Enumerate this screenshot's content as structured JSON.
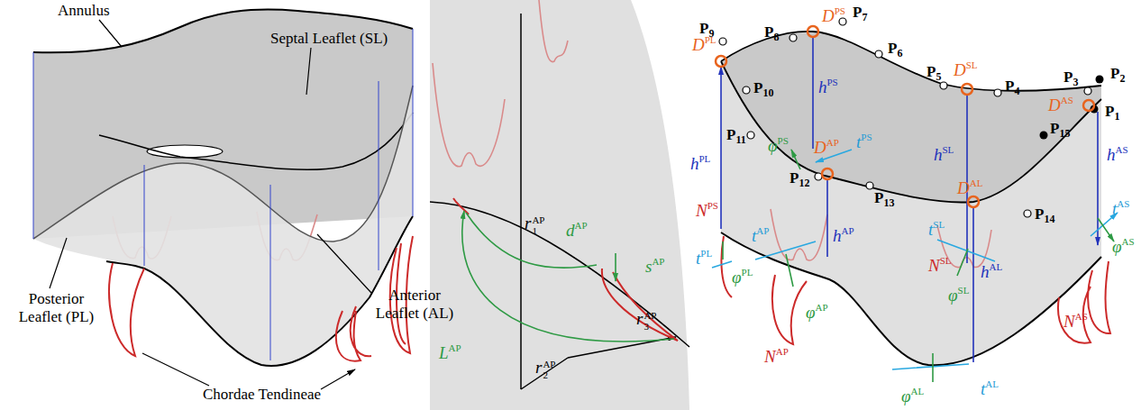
{
  "diagram": {
    "labels": [
      "Annulus",
      "Septal Leaflet (SL)",
      "Posterior Leaflet (PL)",
      "Anterior Leaflet (AL)",
      "Chordae Tendineae",
      "r",
      "1",
      "AP",
      "d",
      "AP",
      "s",
      "AP",
      "L",
      "AP",
      "r",
      "2",
      "AP",
      "r",
      "3",
      "AP",
      "P",
      "1",
      "P",
      "2",
      "P",
      "3",
      "P",
      "4",
      "P",
      "5",
      "P",
      "6",
      "P",
      "7",
      "P",
      "8",
      "P",
      "9",
      "P",
      "10",
      "P",
      "11",
      "P",
      "12",
      "P",
      "13",
      "P",
      "14",
      "P",
      "15",
      "D",
      "PL",
      "D",
      "PS",
      "D",
      "SL",
      "D",
      "AS",
      "D",
      "AP",
      "D",
      "AL",
      "h",
      "PL",
      "h",
      "PS",
      "h",
      "SL",
      "h",
      "AS",
      "h",
      "AP",
      "h",
      "AL",
      "φ",
      "PS",
      "t",
      "PS",
      "φ",
      "PL",
      "t",
      "PL",
      "t",
      "AP",
      "φ",
      "AP",
      "t",
      "SL",
      "φ",
      "SL",
      "t",
      "AL",
      "φ",
      "AL",
      "t",
      "AS",
      "φ",
      "AS",
      "N",
      "PS",
      "N",
      "SL",
      "N",
      "AP",
      "N",
      "AS"
    ]
  }
}
